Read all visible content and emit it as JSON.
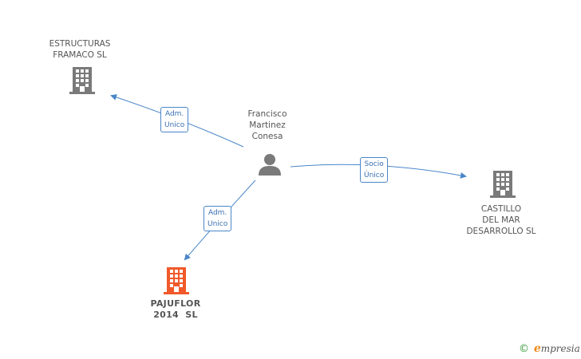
{
  "nodes": {
    "estructuras": {
      "lines": [
        "ESTRUCTURAS",
        "FRAMACO SL"
      ]
    },
    "person": {
      "lines": [
        "Francisco",
        "Martinez",
        "Conesa"
      ]
    },
    "castillo": {
      "lines": [
        "CASTILLO",
        "DEL MAR",
        "DESARROLLO SL"
      ]
    },
    "pajuflor": {
      "lines": [
        "PAJUFLOR",
        "2014  SL"
      ]
    }
  },
  "edges": {
    "to_estructuras": {
      "lines": [
        "Adm.",
        "Unico"
      ]
    },
    "to_castillo": {
      "lines": [
        "Socio",
        "Único"
      ]
    },
    "to_pajuflor": {
      "lines": [
        "Adm.",
        "Unico"
      ]
    }
  },
  "watermark": {
    "copyright": "©",
    "brand_initial": "e",
    "brand_rest": "mpresia"
  },
  "colors": {
    "edge": "#4a86c8",
    "building_gray": "#7a7a7a",
    "building_main": "#f0592a",
    "person": "#7a7a7a"
  },
  "icons": {
    "estructuras": "building-icon",
    "castillo": "building-icon",
    "pajuflor": "building-icon",
    "person": "person-icon"
  }
}
